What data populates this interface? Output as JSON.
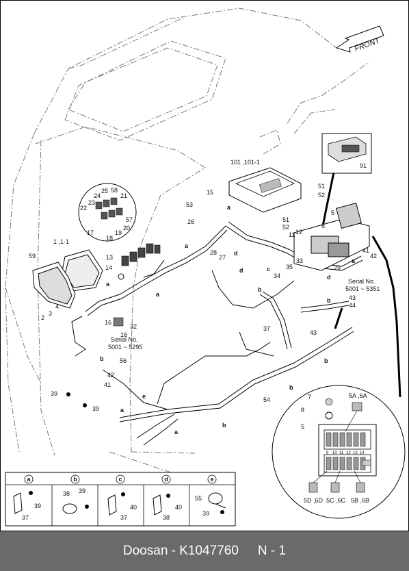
{
  "footer": {
    "brand_part": "Doosan - K1047760",
    "page": "N - 1"
  },
  "front_label": "FRONT",
  "part_labels": {
    "p101": "101 ,101-1",
    "p91": "91",
    "p51": "51",
    "p52": "52",
    "p15": "15",
    "p53": "53",
    "p26": "26",
    "p28": "28",
    "p27": "27",
    "p11": "11",
    "p12": "12",
    "p33": "33",
    "p35": "35",
    "p34": "34",
    "p29": "29",
    "p41": "41",
    "p42": "42",
    "p43": "43",
    "p44": "44",
    "p37": "37",
    "p11a": "1 ,1-1",
    "p59": "59",
    "p2": "2",
    "p3": "3",
    "p4": "4",
    "p13": "13",
    "p14": "14",
    "p16": "16",
    "p32": "32",
    "p56": "56",
    "p39": "39",
    "p54": "54",
    "p7": "7",
    "p8": "8",
    "p5": "5",
    "p6": "6",
    "p17": "17",
    "p18": "18",
    "p19": "19",
    "p20": "20",
    "p57": "57",
    "p21": "21",
    "p58": "58",
    "p25": "25",
    "p24": "24",
    "p23": "23",
    "p22": "22"
  },
  "serial_a": {
    "line1": "Serial No.",
    "line2": "5001 ~ 5295"
  },
  "serial_b": {
    "line1": "Serial No.",
    "line2": "5001 ~ 5351"
  },
  "fuse_labels": {
    "top": "5A ,6A",
    "bottom": [
      "5D ,6D",
      "5C ,6C",
      "5B ,6B"
    ],
    "slots": [
      "9",
      "10",
      "11",
      "12",
      "13",
      "14"
    ]
  },
  "legend": [
    {
      "letter": "a",
      "parts": [
        "39",
        "37"
      ]
    },
    {
      "letter": "b",
      "parts": [
        "38",
        "39"
      ]
    },
    {
      "letter": "c",
      "parts": [
        "40",
        "37"
      ]
    },
    {
      "letter": "d",
      "parts": [
        "40",
        "38"
      ]
    },
    {
      "letter": "e",
      "parts": [
        "55",
        "39"
      ]
    }
  ],
  "harness_letters": {
    "a": "a",
    "b": "b",
    "c": "c",
    "d": "d",
    "e": "e"
  }
}
